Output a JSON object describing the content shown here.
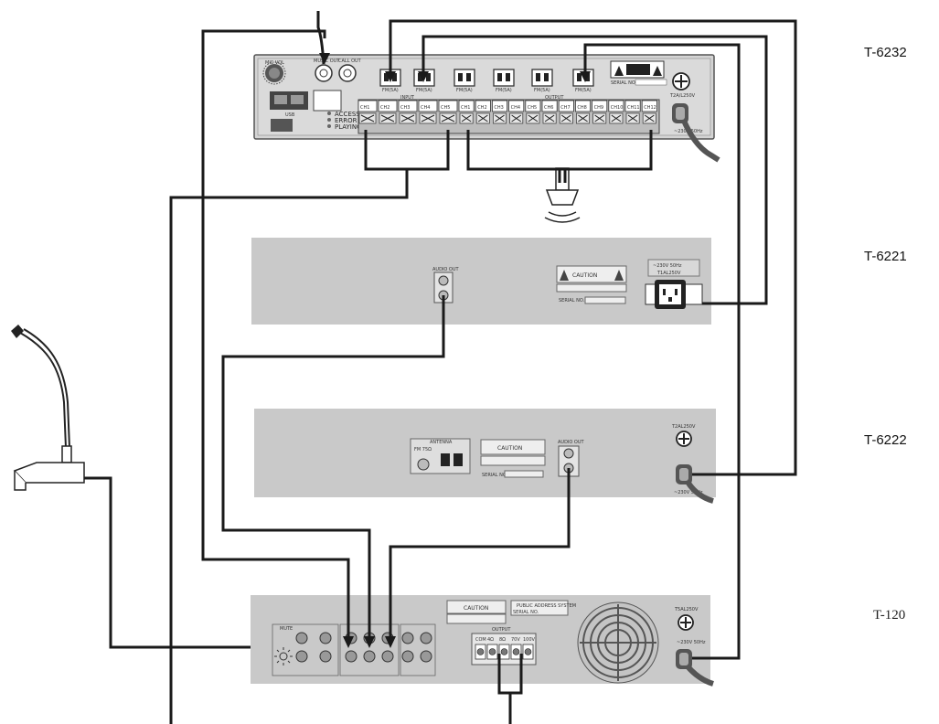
{
  "devices": {
    "t6232": {
      "label": "T-6232"
    },
    "t6221": {
      "label": "T-6221"
    },
    "t6222": {
      "label": "T-6222"
    },
    "t120": {
      "label": "T-120"
    }
  },
  "t6232_panel": {
    "mic_vol": "MIC VOL",
    "music_out": "MUSIC OUT",
    "call_out": "CALL OUT",
    "usb": "USB",
    "access": "ACCESS",
    "error": "ERROR",
    "playing": "PLAYING",
    "input": "INPUT",
    "output": "OUTPUT",
    "fm": "FM(5A)",
    "fuse": "T2A/L250V",
    "mains": "~230V 50Hz",
    "serial": "SERIAL NO.",
    "input_channels": [
      "CH1",
      "CH2",
      "CH3",
      "CH4",
      "CH5"
    ],
    "output_channels": [
      "CH1",
      "CH2",
      "CH3",
      "CH4",
      "CH5",
      "CH6",
      "CH7",
      "CH8",
      "CH9",
      "CH10",
      "CH11",
      "CH12"
    ]
  },
  "t6221_panel": {
    "audio_out": "AUDIO OUT",
    "caution": "CAUTION",
    "mains": "~230V 50Hz",
    "fuse": "T1AL250V",
    "serial": "SERIAL NO."
  },
  "t6222_panel": {
    "antenna": "ANTENNA",
    "fm": "FM 75Ω",
    "caution": "CAUTION",
    "audio_out": "AUDIO OUT",
    "fuse": "T2AL250V",
    "mains": "~230V 50Hz",
    "serial": "SERIAL NO."
  },
  "t120_panel": {
    "mute": "MUTE",
    "output": "OUTPUT",
    "caution": "CAUTION",
    "title": "PUBLIC ADDRESS SYSTEM",
    "fuse": "T5AL250V",
    "mains": "~230V 50Hz",
    "terminals": [
      "COM",
      "4Ω",
      "8Ω",
      "70V",
      "100V"
    ],
    "serial": "SERIAL NO."
  }
}
